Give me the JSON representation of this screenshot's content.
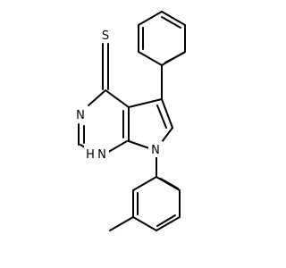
{
  "colors": {
    "background": "#ffffff",
    "bond": "#000000",
    "label": "#000000"
  },
  "atoms": {
    "S": "S",
    "N3": "N",
    "N1": "N",
    "H1": "H",
    "N7": "N"
  }
}
